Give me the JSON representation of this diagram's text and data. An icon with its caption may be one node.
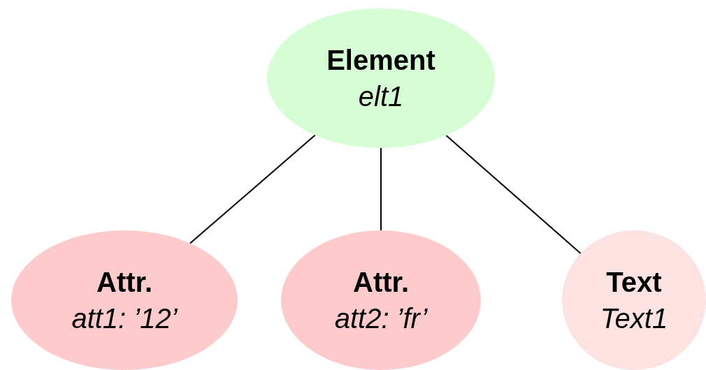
{
  "diagram": {
    "nodes": [
      {
        "text": [
          "Element",
          "elt1"
        ]
      },
      {
        "text": [
          "Attr.",
          "att1: ’12’"
        ]
      },
      {
        "text": [
          "Attr.",
          "att2: ’fr’"
        ]
      },
      {
        "text": [
          "Text",
          "Text1"
        ]
      }
    ],
    "edges": [
      {
        "from": 0,
        "to": 1,
        "arrow": "none"
      },
      {
        "from": 0,
        "to": 2,
        "arrow": "none"
      },
      {
        "from": 0,
        "to": 3,
        "arrow": "none"
      }
    ]
  }
}
